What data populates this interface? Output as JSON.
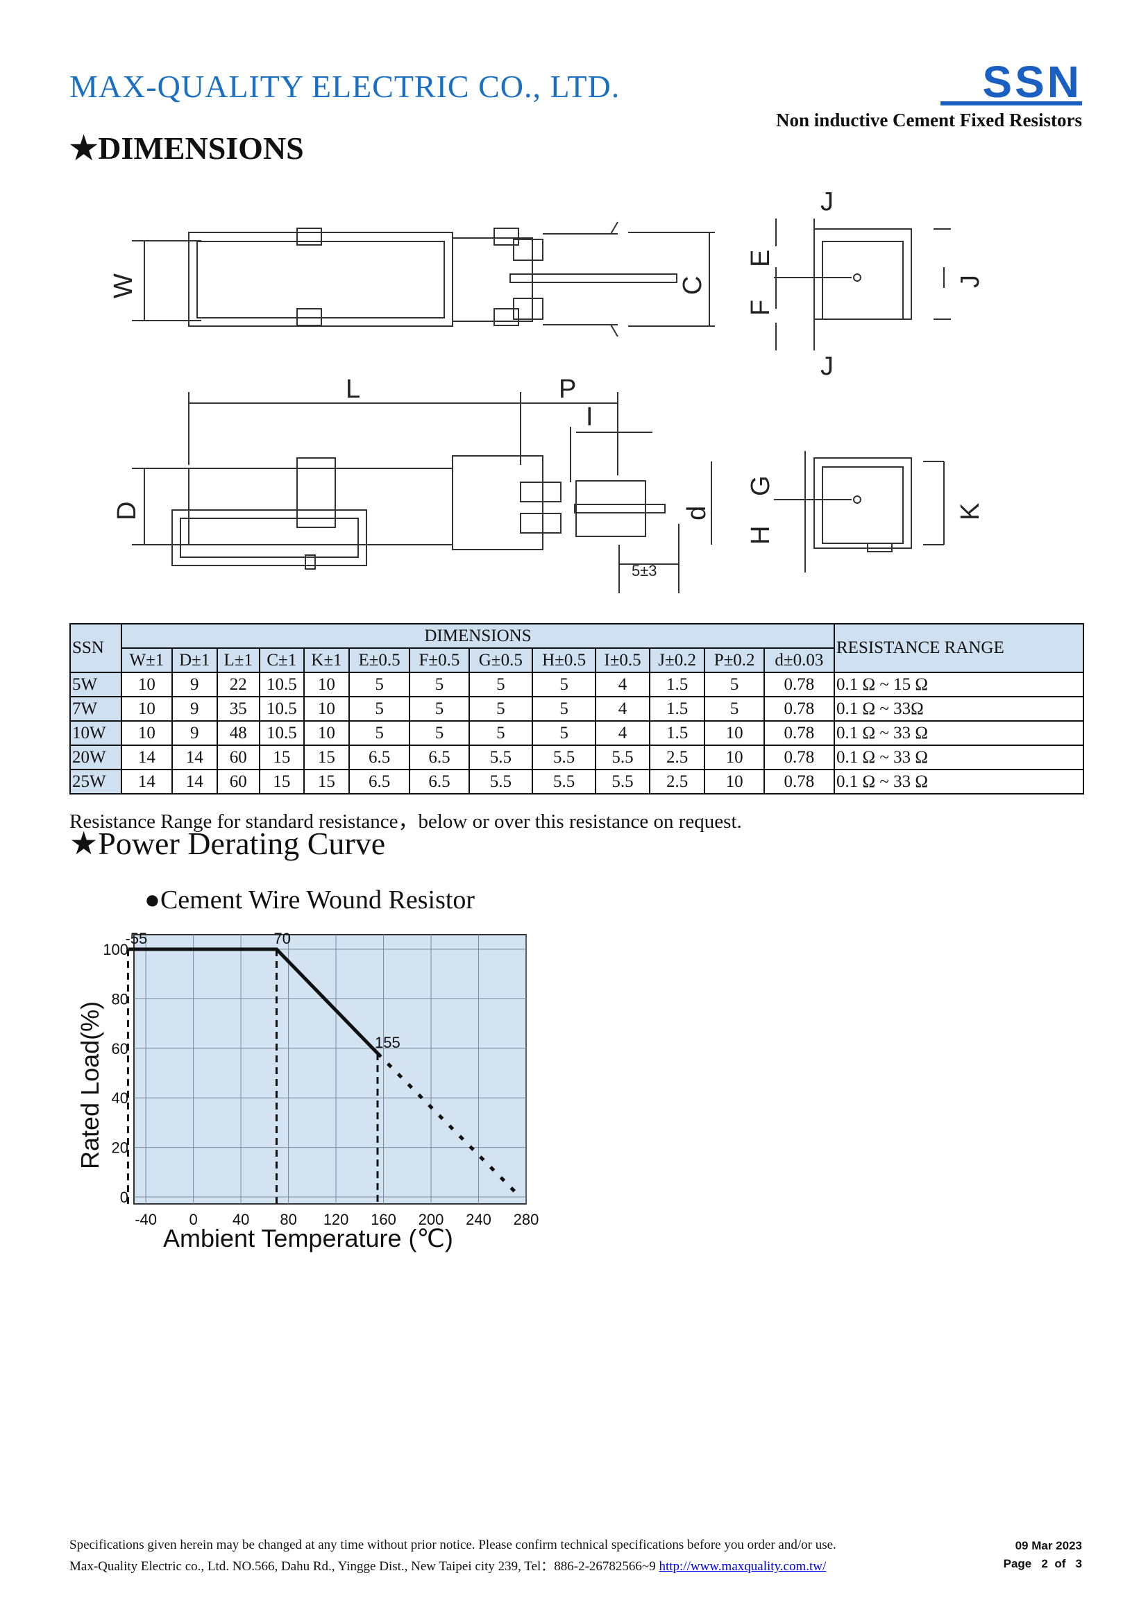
{
  "header": {
    "company": "MAX-QUALITY ELECTRIC CO., LTD.",
    "logo": "SSN",
    "subtitle": "Non inductive Cement Fixed Resistors",
    "brand_color": "#1a6fc0"
  },
  "dimensions_section": {
    "title": "DIMENSIONS",
    "star": "★",
    "drawing_labels": [
      "W",
      "C",
      "L",
      "P",
      "I",
      "D",
      "d",
      "5±3",
      "J",
      "E",
      "F",
      "J",
      "J",
      "G",
      "H",
      "K"
    ]
  },
  "table": {
    "corner": "SSN",
    "group_header": "DIMENSIONS",
    "range_header": "RESISTANCE RANGE",
    "columns": [
      "W±1",
      "D±1",
      "L±1",
      "C±1",
      "K±1",
      "E±0.5",
      "F±0.5",
      "G±0.5",
      "H±0.5",
      "I±0.5",
      "J±0.2",
      "P±0.2",
      "d±0.03"
    ],
    "rows": [
      {
        "model": "5W",
        "values": [
          "10",
          "9",
          "22",
          "10.5",
          "10",
          "5",
          "5",
          "5",
          "5",
          "4",
          "1.5",
          "5",
          "0.78"
        ],
        "range": "0.1 Ω ~ 15 Ω"
      },
      {
        "model": "7W",
        "values": [
          "10",
          "9",
          "35",
          "10.5",
          "10",
          "5",
          "5",
          "5",
          "5",
          "4",
          "1.5",
          "5",
          "0.78"
        ],
        "range": "0.1 Ω ~ 33Ω"
      },
      {
        "model": "10W",
        "values": [
          "10",
          "9",
          "48",
          "10.5",
          "10",
          "5",
          "5",
          "5",
          "5",
          "4",
          "1.5",
          "10",
          "0.78"
        ],
        "range": "0.1 Ω ~ 33 Ω"
      },
      {
        "model": "20W",
        "values": [
          "14",
          "14",
          "60",
          "15",
          "15",
          "6.5",
          "6.5",
          "5.5",
          "5.5",
          "5.5",
          "2.5",
          "10",
          "0.78"
        ],
        "range": "0.1 Ω ~ 33 Ω"
      },
      {
        "model": "25W",
        "values": [
          "14",
          "14",
          "60",
          "15",
          "15",
          "6.5",
          "6.5",
          "5.5",
          "5.5",
          "5.5",
          "2.5",
          "10",
          "0.78"
        ],
        "range": "0.1 Ω ~ 33 Ω"
      }
    ],
    "note": "Resistance Range for standard resistance，below or over this resistance on request."
  },
  "derating_section": {
    "title": "Power Derating Curve",
    "star": "★"
  },
  "chart_data": {
    "type": "line",
    "title": "●Cement Wire Wound Resistor",
    "xlabel": "Ambient Temperature (℃)",
    "ylabel": "Rated Load(%)",
    "xlim": [
      -50,
      280
    ],
    "ylim": [
      0,
      100
    ],
    "x_ticks": [
      -40,
      0,
      40,
      80,
      120,
      160,
      200,
      240,
      280
    ],
    "y_ticks": [
      0,
      20,
      40,
      60,
      80,
      100
    ],
    "grid": true,
    "background": "#d3e3f1",
    "series": [
      {
        "style": "solid",
        "x": [
          -55,
          70,
          155
        ],
        "y": [
          100,
          100,
          58
        ]
      },
      {
        "style": "dotted",
        "x": [
          155,
          275
        ],
        "y": [
          58,
          0
        ]
      }
    ],
    "vertical_dashed_lines_x": [
      -55,
      70,
      155
    ],
    "annotations": [
      {
        "text": "-55",
        "x": -55,
        "y": 100
      },
      {
        "text": "70",
        "x": 70,
        "y": 100
      },
      {
        "text": "155",
        "x": 155,
        "y": 58
      }
    ]
  },
  "footer": {
    "line1": "Specifications given herein may be changed at any time without prior notice. Please confirm technical specifications before you order and/or use.",
    "line2": "Max-Quality Electric co., Ltd. NO.566, Dahu Rd., Yingge Dist., New Taipei city 239, Tel：886-2-26782566~9 ",
    "link": "http://www.maxquality.com.tw/",
    "date": "09 Mar 2023",
    "page": "Page   2  of   3"
  }
}
